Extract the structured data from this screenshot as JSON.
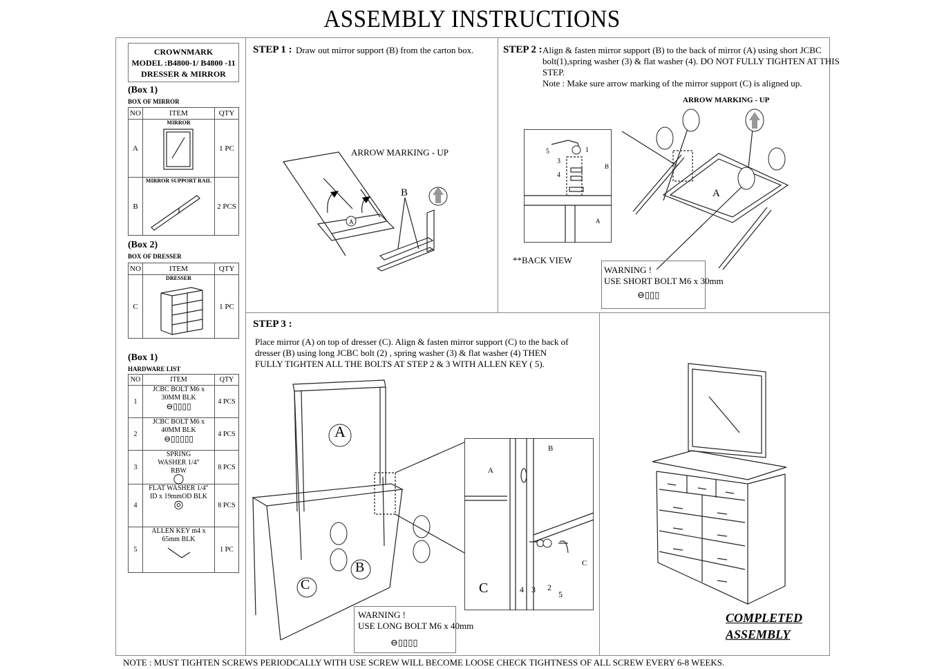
{
  "page_title": "ASSEMBLY INSTRUCTIONS",
  "header": {
    "brand": "CROWNMARK",
    "model": "MODEL :B4800-1/ B4800 -11",
    "product": "DRESSER & MIRROR"
  },
  "box1": {
    "title": "(Box 1)",
    "subtitle": "BOX OF MIRROR",
    "columns": [
      "NO",
      "ITEM",
      "QTY"
    ],
    "rows": [
      {
        "no": "A",
        "item": "MIRROR",
        "qty": "1 PC"
      },
      {
        "no": "B",
        "item": "MIRROR SUPPORT RAIL",
        "qty": "2 PCS"
      }
    ]
  },
  "box2": {
    "title": "(Box 2)",
    "subtitle": "BOX OF DRESSER",
    "columns": [
      "NO",
      "ITEM",
      "QTY"
    ],
    "rows": [
      {
        "no": "C",
        "item": "DRESSER",
        "qty": "1 PC"
      }
    ]
  },
  "hardware": {
    "title": "(Box 1)",
    "subtitle": "HARDWARE LIST",
    "columns": [
      "NO",
      "ITEM",
      "QTY"
    ],
    "rows": [
      {
        "no": "1",
        "item": "JCBC BOLT M6 x 30MM BLK",
        "qty": "4 PCS"
      },
      {
        "no": "2",
        "item": "JCBC BOLT M6 x 40MM BLK",
        "qty": "4 PCS"
      },
      {
        "no": "3",
        "item": "SPRING WASHER 1/4\" RBW",
        "qty": "8 PCS"
      },
      {
        "no": "4",
        "item": "FLAT WASHER 1/4\" ID x 19mmOD BLK",
        "qty": "8 PCS"
      },
      {
        "no": "5",
        "item": "ALLEN KEY m4 x 65mm BLK",
        "qty": "1 PC"
      }
    ]
  },
  "step1": {
    "label": "STEP 1 :",
    "text": "Draw out mirror support (B) from the carton box.",
    "arrow_marking": "ARROW MARKING - UP",
    "callouts": [
      "A",
      "B"
    ]
  },
  "step2": {
    "label": "STEP 2 :",
    "text": "Align & fasten mirror support (B) to the back of mirror (A) using short JCBC\nbolt(1),spring washer (3) & flat washer (4). DO NOT FULLY TIGHTEN AT THIS\nSTEP.\nNote : Make sure arrow marking of the mirror support (C) is aligned up.",
    "arrow_marking": "ARROW MARKING - UP",
    "back_view": "**BACK VIEW",
    "warning_title": "WARNING !",
    "warning_text": "USE SHORT BOLT M6 x 30mm",
    "callouts": [
      "1",
      "3",
      "4",
      "5",
      "A",
      "B",
      "A"
    ]
  },
  "step3": {
    "label": "STEP 3 :",
    "text": "Place mirror (A) on top of dresser (C). Align & fasten mirror support (C) to the back of\ndresser (B) using long JCBC bolt (2) , spring washer (3) & flat washer (4) THEN\nFULLY TIGHTEN ALL THE BOLTS AT STEP 2 & 3 WITH ALLEN KEY ( 5).",
    "warning_title": "WARNING !",
    "warning_text": "USE LONG BOLT M6 x 40mm",
    "callouts": [
      "A",
      "B",
      "C",
      "A",
      "B",
      "C",
      "C",
      "4",
      "3",
      "2",
      "5"
    ]
  },
  "completed": "COMPLETED\nASSEMBLY",
  "footer_note": "NOTE : MUST TIGHTEN SCREWS PERIODCALLY WITH USE SCREW WILL BECOME LOOSE CHECK TIGHTNESS OF ALL SCREW EVERY 6-8 WEEKS."
}
